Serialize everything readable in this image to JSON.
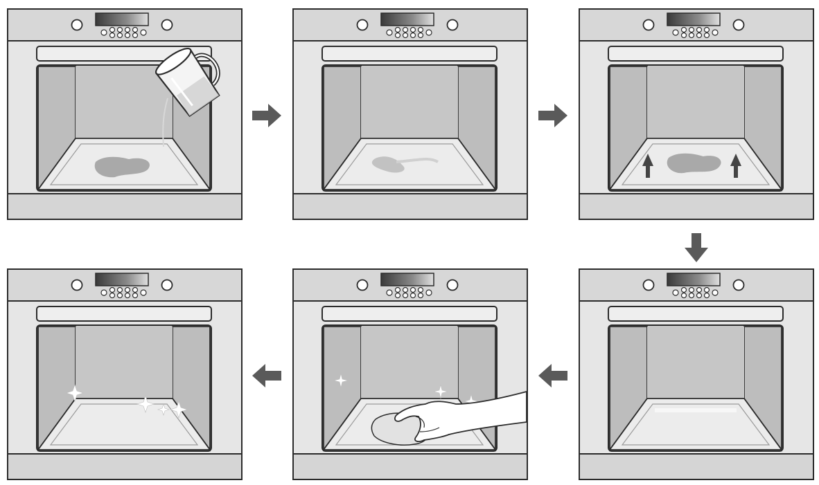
{
  "diagram": {
    "steps": [
      {
        "action": "pour-water",
        "oven_state": "water-poured-in"
      },
      {
        "action": "wait",
        "oven_state": "water-spreading"
      },
      {
        "action": "heat",
        "oven_state": "steam-rising"
      },
      {
        "action": "cool",
        "oven_state": "clean-empty"
      },
      {
        "action": "wipe",
        "oven_state": "wiping-with-cloth"
      },
      {
        "action": "done",
        "oven_state": "sparkling-clean"
      }
    ],
    "flow_directions": [
      "right",
      "right",
      "down",
      "left",
      "left"
    ],
    "colors": {
      "outline": "#2b2b2b",
      "oven_frame": "#d9d9d9",
      "cavity_back": "#c8c8c8",
      "cavity_side": "#bdbdbd",
      "tray": "#ececec",
      "water": "#a9a9a9",
      "arrow": "#5a5a5a",
      "display": "#555555"
    }
  }
}
